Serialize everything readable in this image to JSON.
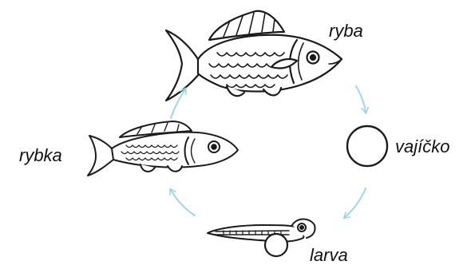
{
  "stages": [
    {
      "label": "ryba"
    },
    {
      "label": "vajíčko"
    },
    {
      "label": "larva"
    },
    {
      "label": "rybka"
    }
  ],
  "colors": {
    "line": "#1a1a1a",
    "arrow": "#9fd6df",
    "background": "#ffffff"
  },
  "icons": [
    "adult-fish-icon",
    "egg-icon",
    "larva-icon",
    "juvenile-fish-icon",
    "cycle-arrow-icon"
  ]
}
